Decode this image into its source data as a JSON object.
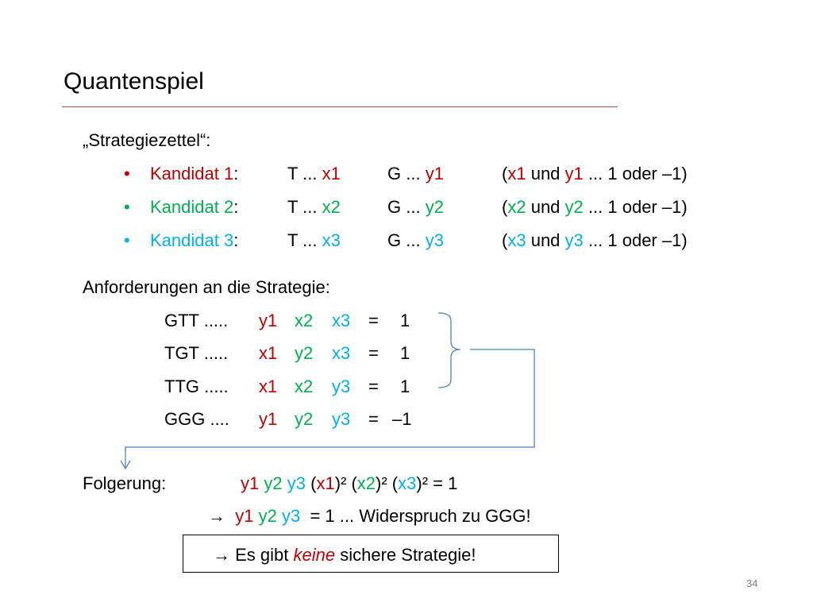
{
  "title": "Quantenspiel",
  "slide_number": "34",
  "colors": {
    "candidate1": "#c00000",
    "candidate2": "#00b050",
    "candidate3": "#00b0f0",
    "title_rule": "#c0504d",
    "arrow": "#4f81bd"
  },
  "strategy": {
    "heading": "„Strategiezettel“:",
    "rows": [
      {
        "bullet": "•",
        "label": "Kandidat 1",
        "colon": ":",
        "t": "T ...",
        "tx": "x1",
        "g": "G ...",
        "gy": "y1",
        "p_open": "(",
        "px": "x1",
        "und": "und",
        "py": "y1",
        "tail": "... 1 oder –1)"
      },
      {
        "bullet": "•",
        "label": "Kandidat 2",
        "colon": ":",
        "t": "T ...",
        "tx": "x2",
        "g": "G ...",
        "gy": "y2",
        "p_open": "(",
        "px": "x2",
        "und": "und",
        "py": "y2",
        "tail": "... 1 oder –1)"
      },
      {
        "bullet": "•",
        "label": "Kandidat 3",
        "colon": ":",
        "t": "T ...",
        "tx": "x3",
        "g": "G ...",
        "gy": "y3",
        "p_open": "(",
        "px": "x3",
        "und": "und",
        "py": "y3",
        "tail": "... 1 oder –1)"
      }
    ]
  },
  "requirements": {
    "heading": "Anforderungen an die Strategie:",
    "rows": [
      {
        "name": "GTT .....",
        "a": "y1",
        "b": "x2",
        "c": "x3",
        "eq": "=",
        "val": "1"
      },
      {
        "name": "TGT .....",
        "a": "x1",
        "b": "y2",
        "c": "x3",
        "eq": "=",
        "val": "1"
      },
      {
        "name": "TTG .....",
        "a": "x1",
        "b": "x2",
        "c": "y3",
        "eq": "=",
        "val": "1"
      },
      {
        "name": "GGG ....",
        "a": "y1",
        "b": "y2",
        "c": "y3",
        "eq": "=",
        "val": "–1"
      }
    ]
  },
  "conclusion": {
    "label": "Folgerung:",
    "line1": {
      "y1": "y1",
      "y2": "y2",
      "y3": "y3",
      "o1": "(",
      "x1": "x1",
      "c1": ")² (",
      "x2": "x2",
      "c2": ")² (",
      "x3": "x3",
      "c3": ")² = 1"
    },
    "line2": {
      "arrow": "→",
      "y1": "y1",
      "y2": "y2",
      "y3": "y3",
      "rest": "=  1  ... Widerspruch zu GGG!"
    }
  },
  "note": {
    "arrow": "→",
    "before": "Es gibt",
    "emph": "keine",
    "after": "sichere Strategie!"
  }
}
